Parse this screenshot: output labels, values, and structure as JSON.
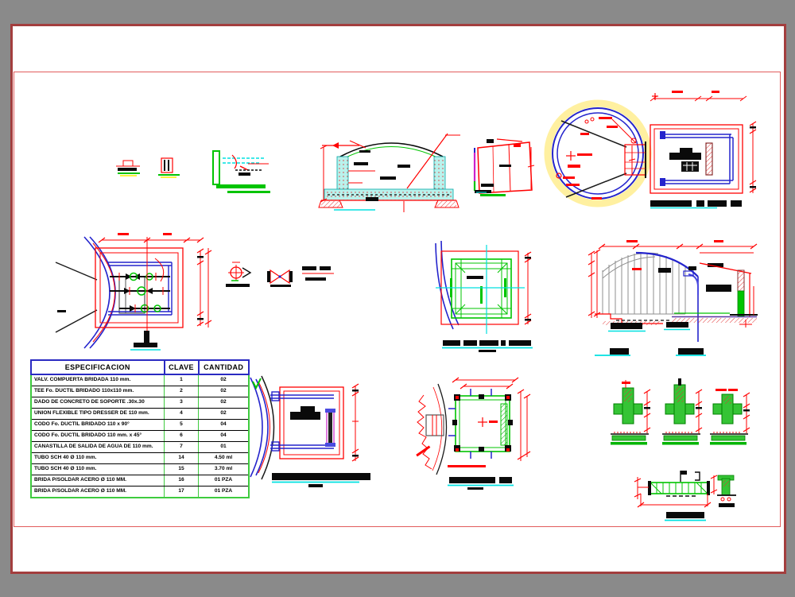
{
  "sheet": {
    "background_color": "#8a8a8a",
    "paper_color": "#ffffff",
    "border_color": "#a33e3e",
    "frame_color": "#e25c5c"
  },
  "palette": {
    "dimension_red": "#ff1212",
    "rebar_green": "#00c400",
    "centerline_cyan": "#00e0e0",
    "pipe_blue": "#2424cc",
    "tank_ring_yellow": "#fff0a0",
    "detail_magenta": "#cc22cc",
    "structure_gray": "#8f8f8f",
    "ink_black": "#0a0a0a"
  },
  "table": {
    "headers": [
      "ESPECIFICACION",
      "CLAVE",
      "CANTIDAD"
    ],
    "rows": [
      [
        "VALV. COMPUERTA BRIDADA 110 mm.",
        "1",
        "02"
      ],
      [
        "TEE Fo. DUCTIL BRIDADO 110x110 mm.",
        "2",
        "02"
      ],
      [
        "DADO DE CONCRETO DE SOPORTE .30x.30",
        "3",
        "02"
      ],
      [
        "UNION FLEXIBLE TIPO DRESSER DE 110 mm.",
        "4",
        "02"
      ],
      [
        "CODO Fo. DUCTIL BRIDADO 110 x 90°",
        "5",
        "04"
      ],
      [
        "CODO Fo. DUCTIL BRIDADO 110 mm. x 45°",
        "6",
        "04"
      ],
      [
        "CANASTILLA DE SALIDA DE AGUA DE 110 mm.",
        "7",
        "01"
      ],
      [
        "TUBO SCH 40 Ø 110 mm.",
        "14",
        "4.50 ml"
      ],
      [
        "TUBO SCH 40 Ø 110 mm.",
        "15",
        "3.70 ml"
      ],
      [
        "BRIDA P/SOLDAR ACERO Ø 110 MM.",
        "16",
        "01 PZA"
      ],
      [
        "BRIDA P/SOLDAR ACERO Ø 110 MM.",
        "17",
        "01 PZA"
      ]
    ]
  }
}
